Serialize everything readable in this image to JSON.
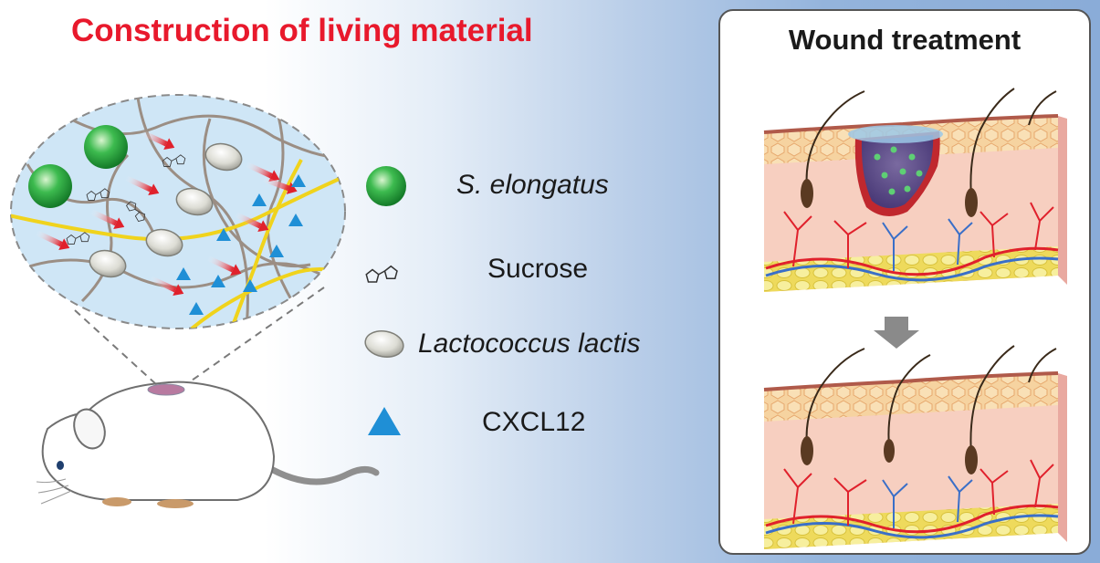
{
  "left_title": "Construction of living material",
  "right_title": "Wound treatment",
  "legend": [
    {
      "label": "S. elongatus",
      "icon": "green-sphere-icon"
    },
    {
      "label": "Sucrose",
      "icon": "sucrose-molecule-icon"
    },
    {
      "label": "Lactococcus lactis",
      "icon": "oval-bacterium-icon"
    },
    {
      "label": "CXCL12",
      "icon": "blue-triangle-icon"
    }
  ],
  "colors": {
    "title_red": "#e8192c",
    "s_elongatus_green": "#1e9e3a",
    "cxcl12_blue": "#1f8fd6",
    "vessel_red": "#e0212c",
    "vessel_blue": "#3a6fc8",
    "skin_pink": "#f6c8b8",
    "fat_yellow": "#f2e47a"
  }
}
